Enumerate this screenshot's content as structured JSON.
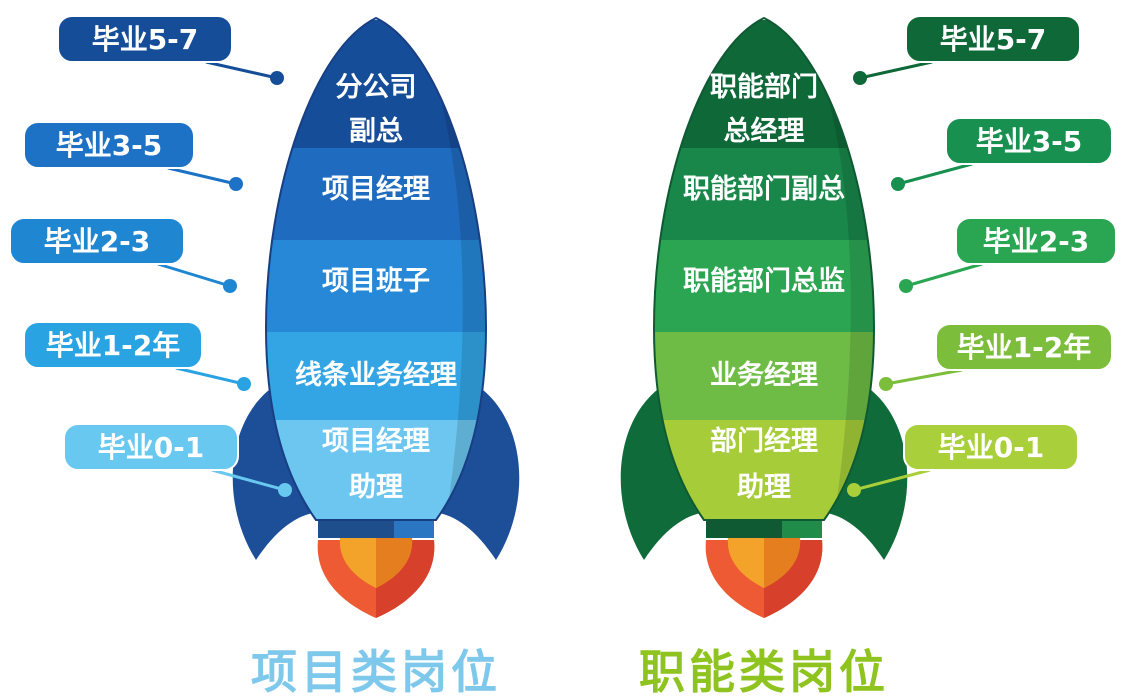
{
  "rockets": [
    {
      "id": "project",
      "title": "项目类岗位",
      "colors": {
        "title": "#7ec8ec",
        "fin": "#1c4f98",
        "nozzle": "#1e4e8c",
        "nozzle_shade": "#2a76c2",
        "outline": "#183f84",
        "bands": [
          "#164d99",
          "#1f6bbf",
          "#2688d6",
          "#33a5e4",
          "#6cc6f0"
        ],
        "tags": [
          "#164d99",
          "#1e72c6",
          "#1f86d2",
          "#2aa3e2",
          "#69c8ef"
        ]
      },
      "tiers": [
        {
          "label": [
            "分公司",
            "副总"
          ],
          "tag": "毕业5-7"
        },
        {
          "label": [
            "项目经理"
          ],
          "tag": "毕业3-5"
        },
        {
          "label": [
            "项目班子"
          ],
          "tag": "毕业2-3"
        },
        {
          "label": [
            "线条业务经理"
          ],
          "tag": "毕业1-2年"
        },
        {
          "label": [
            "项目经理",
            "助理"
          ],
          "tag": "毕业0-1"
        }
      ]
    },
    {
      "id": "functional",
      "title": "职能类岗位",
      "colors": {
        "title": "#8fc31f",
        "fin": "#0f6b3a",
        "nozzle": "#0f5a32",
        "nozzle_shade": "#1f8c4a",
        "outline": "#0f5a32",
        "bands": [
          "#0e6838",
          "#19874a",
          "#2ca552",
          "#6ebc45",
          "#a6cc3a"
        ],
        "tags": [
          "#0e6838",
          "#189050",
          "#2aa552",
          "#7dbd3c",
          "#a9cf3b"
        ]
      },
      "tiers": [
        {
          "label": [
            "职能部门",
            "总经理"
          ],
          "tag": "毕业5-7"
        },
        {
          "label": [
            "职能部门副总"
          ],
          "tag": "毕业3-5"
        },
        {
          "label": [
            "职能部门总监"
          ],
          "tag": "毕业2-3"
        },
        {
          "label": [
            "业务经理"
          ],
          "tag": "毕业1-2年"
        },
        {
          "label": [
            "部门经理",
            "助理"
          ],
          "tag": "毕业0-1"
        }
      ]
    }
  ],
  "flame_colors": {
    "outer": "#ee5a34",
    "outer_shade": "#d7402a",
    "inner": "#f4a32a",
    "inner_shade": "#e47e1e"
  }
}
